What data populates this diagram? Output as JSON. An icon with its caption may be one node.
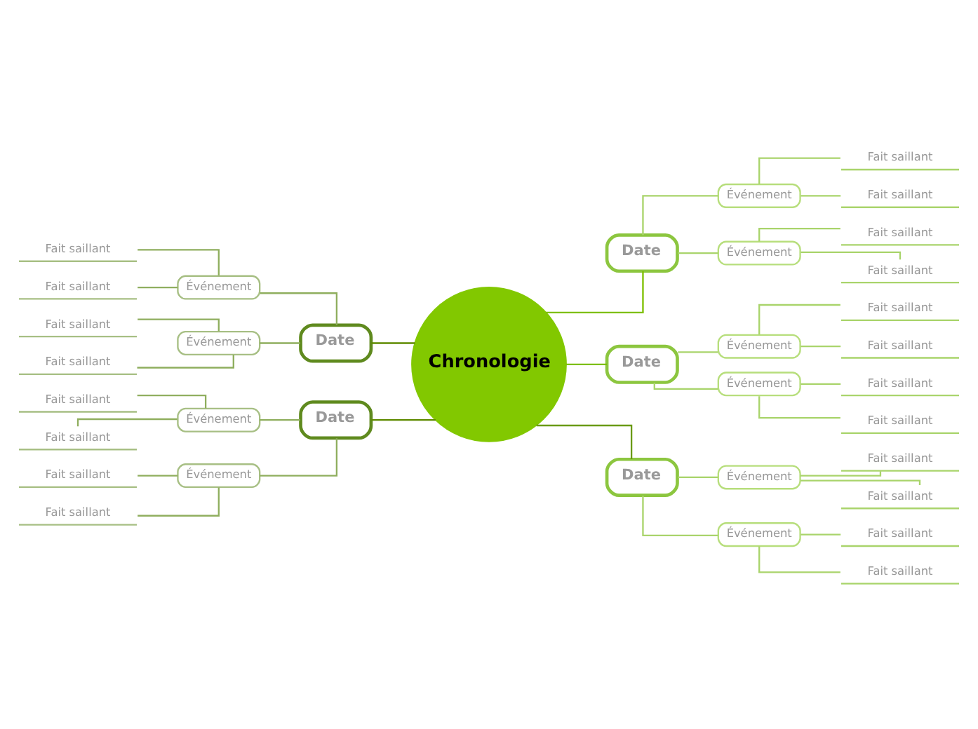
{
  "diagram": {
    "nodes": [
      {
        "text": [
          "Chronologie"
        ]
      },
      {
        "text": [
          "Date"
        ]
      },
      {
        "text": [
          "Événement"
        ]
      },
      {
        "text": [
          "Fait saillant"
        ]
      },
      {
        "text": [
          "Fait saillant"
        ]
      },
      {
        "text": [
          "Événement"
        ]
      },
      {
        "text": [
          "Fait saillant"
        ]
      },
      {
        "text": [
          "Fait saillant"
        ]
      },
      {
        "text": [
          "Date"
        ]
      },
      {
        "text": [
          "Événement"
        ]
      },
      {
        "text": [
          "Fait saillant"
        ]
      },
      {
        "text": [
          "Fait saillant"
        ]
      },
      {
        "text": [
          "Événement"
        ]
      },
      {
        "text": [
          "Fait saillant"
        ]
      },
      {
        "text": [
          "Fait saillant"
        ]
      },
      {
        "text": [
          "Date"
        ]
      },
      {
        "text": [
          "Événement"
        ]
      },
      {
        "text": [
          "Fait saillant"
        ]
      },
      {
        "text": [
          "Fait saillant"
        ]
      },
      {
        "text": [
          "Événement"
        ]
      },
      {
        "text": [
          "Fait saillant"
        ]
      },
      {
        "text": [
          "Fait saillant"
        ]
      },
      {
        "text": [
          "Date"
        ]
      },
      {
        "text": [
          "Événement"
        ]
      },
      {
        "text": [
          "Fait saillant"
        ]
      },
      {
        "text": [
          "Fait saillant"
        ]
      },
      {
        "text": [
          "Événement"
        ]
      },
      {
        "text": [
          "Fait saillant"
        ]
      },
      {
        "text": [
          "Fait saillant"
        ]
      },
      {
        "text": [
          "Date"
        ]
      },
      {
        "text": [
          "Événement"
        ]
      },
      {
        "text": [
          "Fait saillant"
        ]
      },
      {
        "text": [
          "Fait saillant"
        ]
      },
      {
        "text": [
          "Événement"
        ]
      },
      {
        "text": [
          "Fait saillant"
        ]
      },
      {
        "text": [
          "Fait saillant"
        ]
      }
    ],
    "edges": [
      {
        "from": 0,
        "to": 1,
        "arrow": "none",
        "color": "#5e8a00"
      },
      {
        "from": 1,
        "to": 2,
        "arrow": "none",
        "color": "#8fae5e"
      },
      {
        "from": 2,
        "to": 3,
        "arrow": "none",
        "color": "#8fae5e"
      },
      {
        "from": 2,
        "to": 4,
        "arrow": "none",
        "color": "#8fae5e"
      },
      {
        "from": 1,
        "to": 5,
        "arrow": "none",
        "color": "#8fae5e"
      },
      {
        "from": 5,
        "to": 6,
        "arrow": "none",
        "color": "#8fae5e"
      },
      {
        "from": 5,
        "to": 7,
        "arrow": "none",
        "color": "#8fae5e"
      },
      {
        "from": 0,
        "to": 8,
        "arrow": "none",
        "color": "#7dbf00"
      },
      {
        "from": 8,
        "to": 9,
        "arrow": "none"
      },
      {
        "from": 9,
        "to": 10,
        "arrow": "none"
      },
      {
        "from": 9,
        "to": 11,
        "arrow": "none"
      },
      {
        "from": 8,
        "to": 12,
        "arrow": "none"
      },
      {
        "from": 12,
        "to": 13,
        "arrow": "none"
      },
      {
        "from": 12,
        "to": 14,
        "arrow": "none"
      },
      {
        "from": 0,
        "to": 15,
        "arrow": "none",
        "color": "#5e8a00"
      },
      {
        "from": 15,
        "to": 16,
        "arrow": "none",
        "color": "#8fae5e"
      },
      {
        "from": 16,
        "to": 17,
        "arrow": "none",
        "color": "#8fae5e"
      },
      {
        "from": 16,
        "to": 18,
        "arrow": "none",
        "color": "#8fae5e"
      },
      {
        "from": 15,
        "to": 19,
        "arrow": "none",
        "color": "#8fae5e"
      },
      {
        "from": 19,
        "to": 20,
        "arrow": "none",
        "color": "#8fae5e"
      },
      {
        "from": 19,
        "to": 21,
        "arrow": "none",
        "color": "#8fae5e"
      },
      {
        "from": 0,
        "to": 22,
        "arrow": "none",
        "color": "#7dbf00"
      },
      {
        "from": 22,
        "to": 23,
        "arrow": "none"
      },
      {
        "from": 23,
        "to": 24,
        "arrow": "none"
      },
      {
        "from": 23,
        "to": 25,
        "arrow": "none"
      },
      {
        "from": 22,
        "to": 26,
        "arrow": "none"
      },
      {
        "from": 26,
        "to": 27,
        "arrow": "none"
      },
      {
        "from": 26,
        "to": 28,
        "arrow": "none"
      },
      {
        "from": 0,
        "to": 29,
        "arrow": "none",
        "color": "#6a9a10"
      },
      {
        "from": 29,
        "to": 30,
        "arrow": "none"
      },
      {
        "from": 30,
        "to": 31,
        "arrow": "none"
      },
      {
        "from": 30,
        "to": 32,
        "arrow": "none"
      },
      {
        "from": 29,
        "to": 33,
        "arrow": "none"
      },
      {
        "from": 33,
        "to": 34,
        "arrow": "none"
      },
      {
        "from": 33,
        "to": 35,
        "arrow": "none"
      }
    ]
  }
}
